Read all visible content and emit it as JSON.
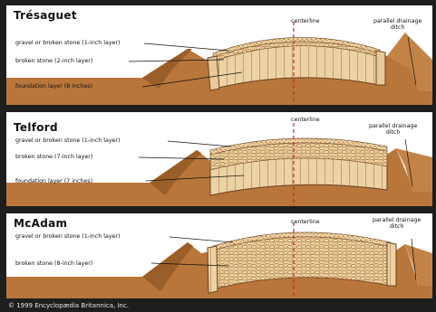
{
  "panels": [
    {
      "title": "Trésaguet",
      "labels": [
        "gravel or broken stone (1-inch layer)",
        "broken stone (2-inch layer)",
        "foundation layer (8 inches)"
      ],
      "centerline": "centerline",
      "drainage": [
        "parallel drainage",
        "ditch"
      ]
    },
    {
      "title": "Telford",
      "labels": [
        "gravel or broken stone (1-inch layer)",
        "broken stone (7-inch layer)",
        "foundation layer (7 inches)"
      ],
      "centerline": "centerline",
      "drainage": [
        "parallel drainage",
        "ditch"
      ]
    },
    {
      "title": "McAdam",
      "labels": [
        "gravel or broken stone (1-inch layer)",
        "broken stone (8-inch layer)"
      ],
      "centerline": "centerline",
      "drainage": [
        "parallel drainage",
        "ditch"
      ]
    }
  ],
  "copyright": "© 1999 Encyclopædia Britannica, Inc.",
  "colors": {
    "earth": "#b8763a",
    "earth_dark": "#8a5020",
    "stone": "#e8c99a",
    "stone_edge": "#9b6a35",
    "centerline": "#c0282d",
    "frame": "#1e1e1e"
  }
}
